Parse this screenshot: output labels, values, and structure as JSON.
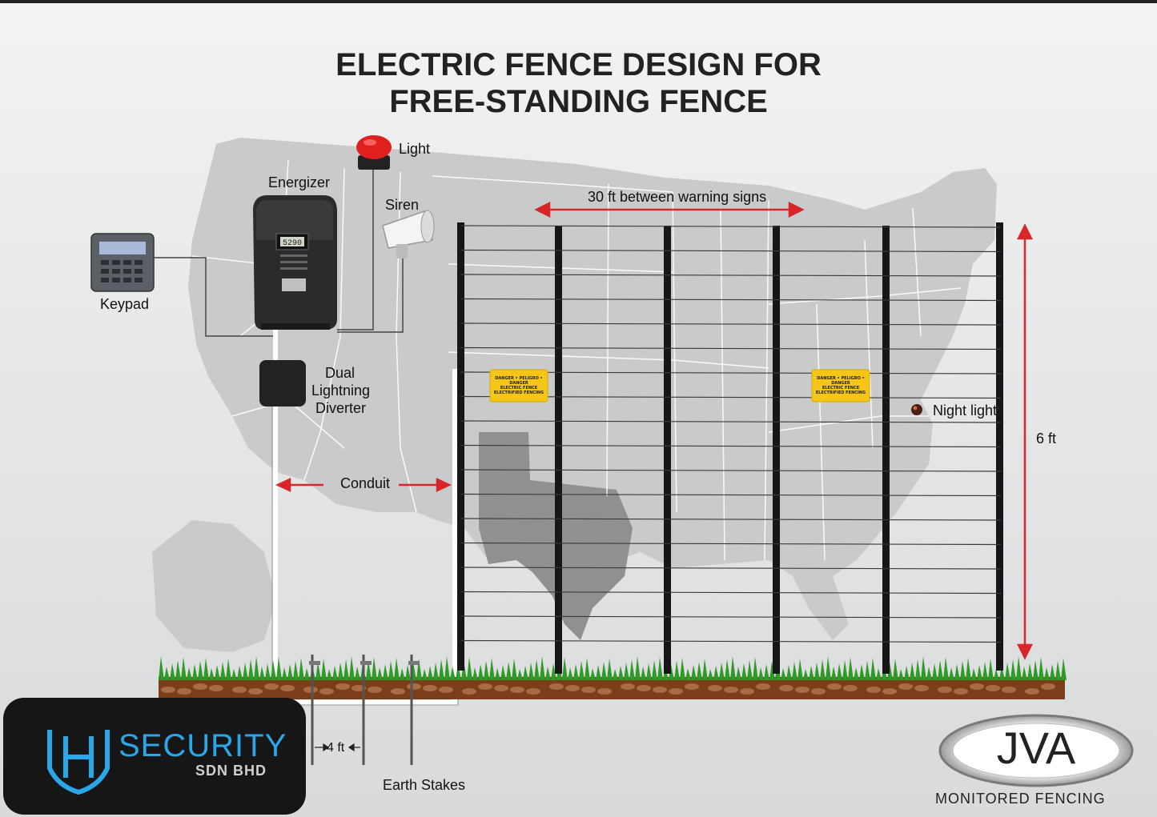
{
  "title": {
    "line1": "ELECTRIC FENCE DESIGN FOR",
    "line2": "FREE-STANDING FENCE"
  },
  "components": {
    "light": "Light",
    "energizer": "Energizer",
    "siren": "Siren",
    "keypad": "Keypad",
    "diverter_line1": "Dual",
    "diverter_line2": "Lightning",
    "diverter_line3": "Diverter",
    "conduit": "Conduit",
    "earth_stakes": "Earth Stakes",
    "night_light": "Night light",
    "energizer_display": "5290"
  },
  "dimensions": {
    "sign_spacing": "30 ft between warning signs",
    "fence_height": "6 ft",
    "stake_spacing": "4 ft"
  },
  "warning_sign": {
    "header": "DANGER • PELIGRO • DANGER",
    "line1": "ELECTRIC FENCE",
    "line2": "ELECTRIFIED FENCING"
  },
  "brand": {
    "security": "SECURITY",
    "sdn": "SDN BHD"
  },
  "jva": {
    "logo": "JVA",
    "tagline": "MONITORED FENCING"
  },
  "colors": {
    "arrow": "#d8262b",
    "sign": "#f5c518",
    "grass": "#2f9a28",
    "soil": "#7a3f1a",
    "light_red": "#e0201e",
    "security_blue": "#2aa7e8"
  }
}
